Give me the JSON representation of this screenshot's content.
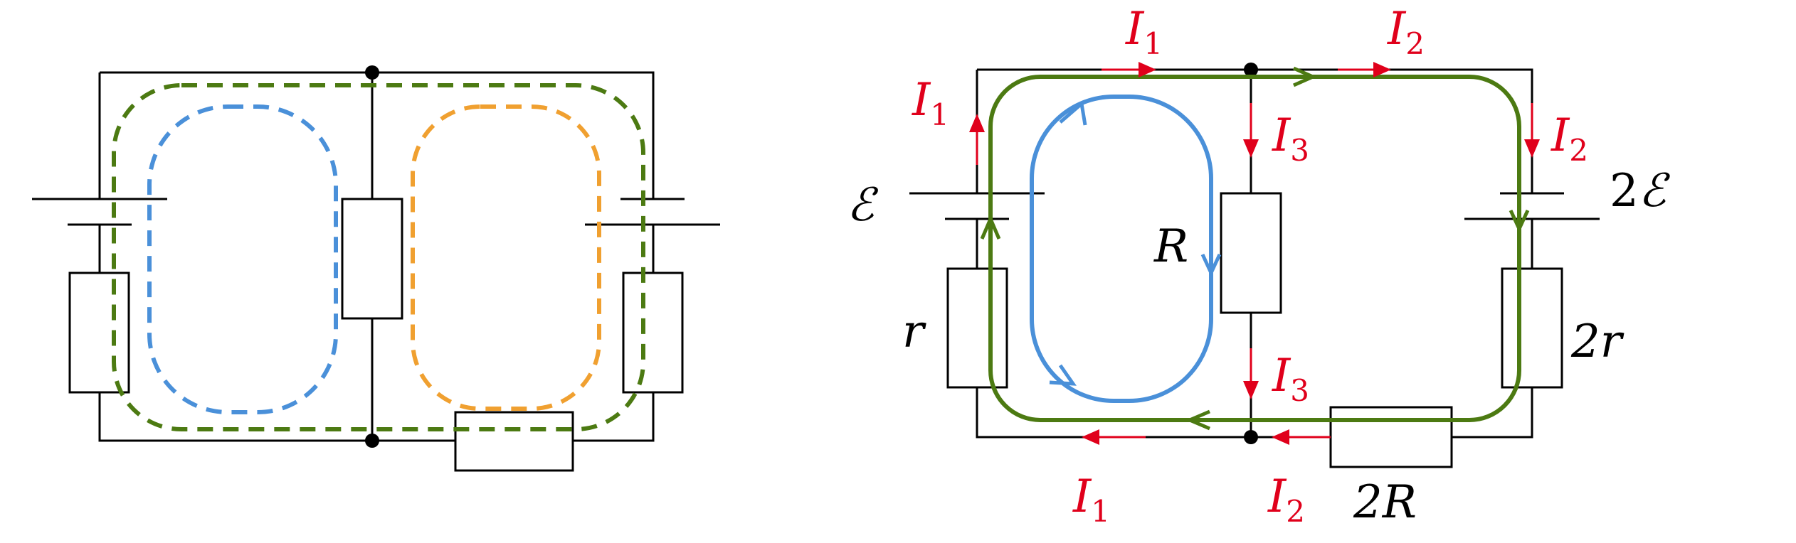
{
  "left_circuit": {
    "loops": [
      {
        "color": "#4a90d9"
      },
      {
        "color": "#f0a030"
      },
      {
        "color": "#4c7a12"
      }
    ]
  },
  "right_circuit": {
    "emf_left": "ℰ",
    "emf_right_coef": "2",
    "emf_right_sym": "ℰ",
    "r_left": "r",
    "r_right": "2r",
    "r_middle": "R",
    "r_bottom": "2R",
    "current_symbol": "I",
    "current_subscripts": {
      "i1": "1",
      "i2": "2",
      "i3": "3"
    },
    "colors": {
      "current": "#e0001b",
      "outer_loop": "#4c7a12",
      "inner_loop": "#4a90d9"
    }
  }
}
